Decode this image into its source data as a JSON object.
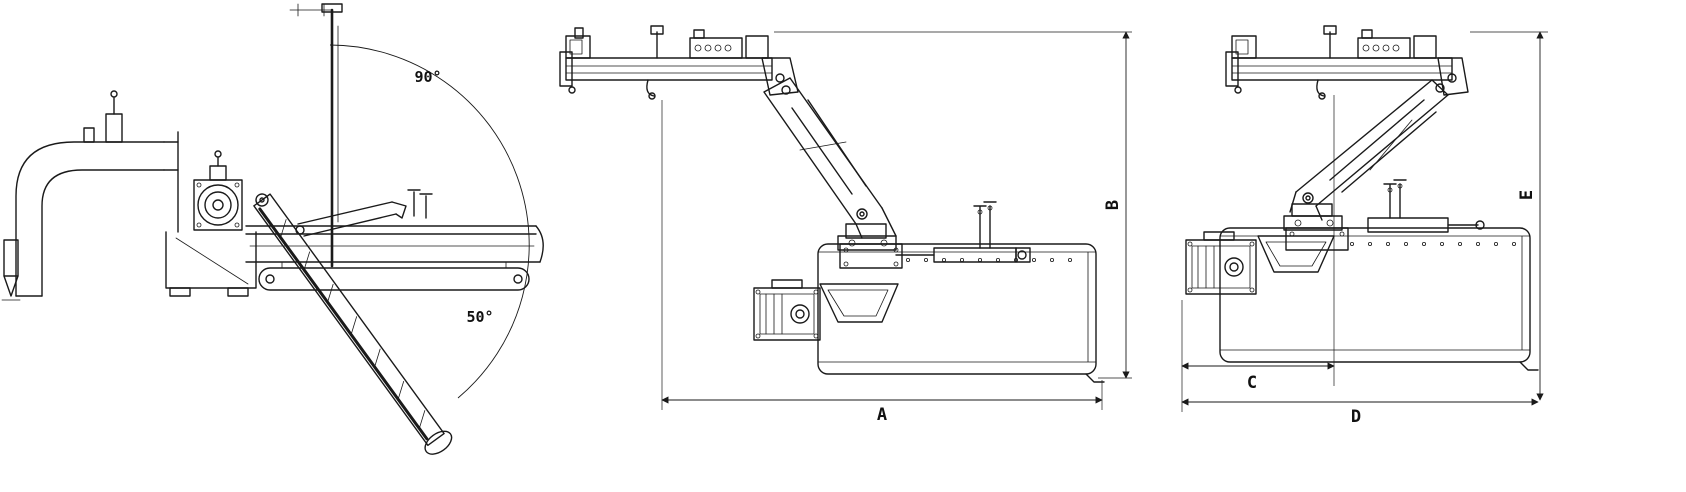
{
  "page": {
    "background_color": "#ffffff",
    "line_color": "#1a1a1a",
    "description": "Technical dimension drawing with three orthographic views of a verge flail mower with articulated hydraulic arm"
  },
  "labels": {
    "angle_90": "90°",
    "angle_50": "50°",
    "dim_a": "A",
    "dim_b": "B",
    "dim_c": "C",
    "dim_d": "D",
    "dim_e": "E"
  },
  "views": [
    {
      "id": "left",
      "name": "rear view with working angle range",
      "annotations": [
        "90°",
        "50°"
      ]
    },
    {
      "id": "middle",
      "name": "side view with overall width and height",
      "annotations": [
        "A",
        "B"
      ]
    },
    {
      "id": "right",
      "name": "side view folded with offset dimensions",
      "annotations": [
        "C",
        "D",
        "E"
      ]
    }
  ]
}
